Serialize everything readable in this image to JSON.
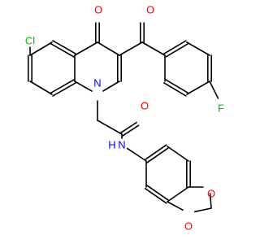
{
  "colors": {
    "background": "#ffffff",
    "bond": "#000000",
    "carbon": "#000000",
    "oxygen": "#ff0000",
    "nitrogen": "#0000ff",
    "chlorine": "#00c000",
    "fluorine": "#00c000"
  },
  "atom_labels": {
    "ketone_oxygen": "O",
    "benzoyl_oxygen": "O",
    "chlorine": "Cl",
    "fluorine": "F",
    "quinoline_nitrogen": "N",
    "amide_oxygen": "O",
    "amide_nitrogen": "N",
    "amide_hydrogen": "H",
    "dioxole_oxygen_upper": "O",
    "dioxole_oxygen_lower": "O"
  }
}
